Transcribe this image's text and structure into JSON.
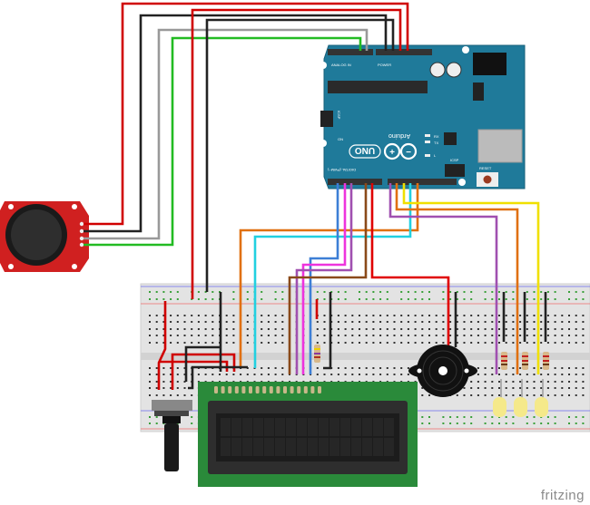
{
  "board": {
    "logo": "UNO",
    "brand": "Arduino",
    "reset_label": "RESET",
    "icsp_label": "ICSP",
    "icsp2_label": "ICSP",
    "on_label": "ON",
    "tx_label": "TX",
    "rx_label": "RX",
    "l_label": "L",
    "digital_label": "DIGITAL (PWM~)",
    "power_label": "POWER",
    "analog_label": "ANALOG IN",
    "color": "#1f7a9a"
  },
  "watermark": "fritzing",
  "colors": {
    "red": "#e00000",
    "black": "#222222",
    "gray": "#999999",
    "green": "#22bb22",
    "blue": "#3d7fd6",
    "pink": "#ee33dd",
    "purple": "#a050b0",
    "brown": "#8a4a1a",
    "orange": "#e07010",
    "yellow": "#f0e000",
    "cyan": "#22d0e0",
    "lcd_green": "#2a8a3a",
    "joystick_red": "#d02020"
  },
  "components": [
    "arduino-uno",
    "joystick",
    "breadboard",
    "lcd-16x2",
    "potentiometer",
    "piezo-buzzer",
    "led",
    "led",
    "led",
    "resistor",
    "resistor",
    "resistor",
    "resistor"
  ]
}
